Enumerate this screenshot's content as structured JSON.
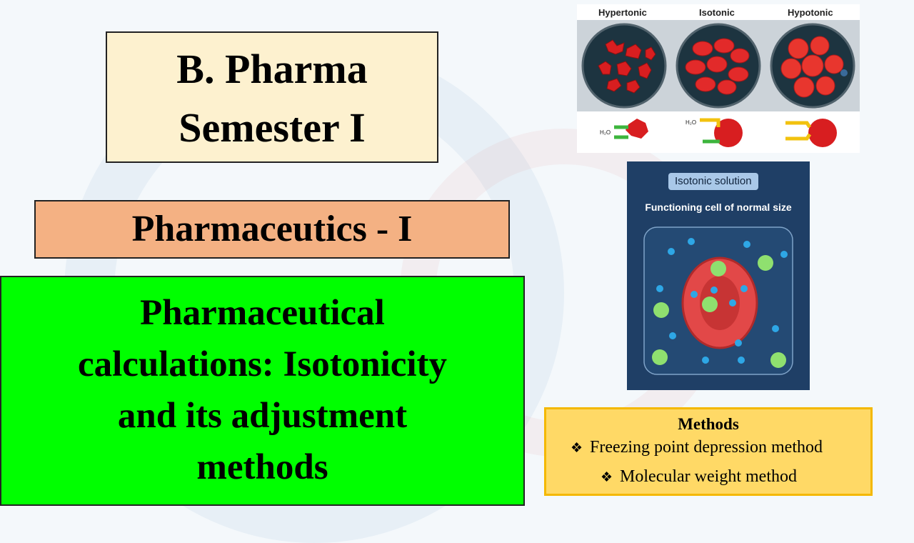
{
  "slide": {
    "title_line1": "B. Pharma",
    "title_line2": "Semester I",
    "subject": "Pharmaceutics - I",
    "topic_line1": "Pharmaceutical",
    "topic_line2": "calculations: Isotonicity",
    "topic_line3": "and its adjustment",
    "topic_line4": "methods"
  },
  "tonicity_figure": {
    "labels": [
      "Hypertonic",
      "Isotonic",
      "Hypotonic"
    ],
    "water_label": "H₂O"
  },
  "isotonic_figure": {
    "badge": "Isotonic solution",
    "caption": "Functioning cell of normal size"
  },
  "methods": {
    "title": "Methods",
    "bullet_symbol": "❖",
    "items": [
      "Freezing point depression method",
      "Molecular weight method"
    ]
  },
  "colors": {
    "title_box": "#fdf1cf",
    "subject_box": "#f4b183",
    "topic_box": "#00ff00",
    "methods_box": "#ffd966",
    "rbc_red": "#e0202a"
  }
}
